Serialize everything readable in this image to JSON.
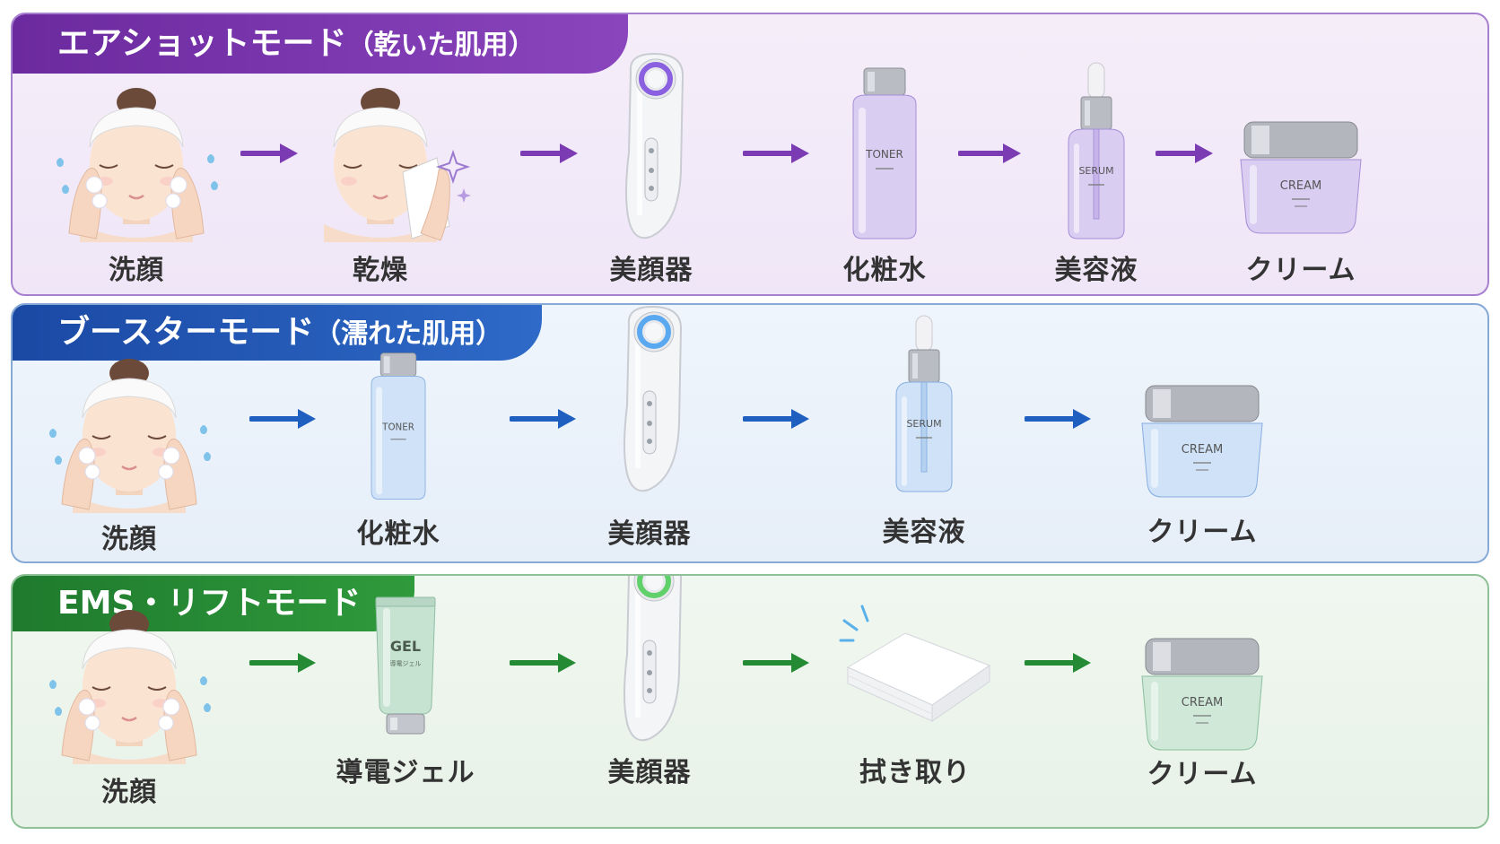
{
  "colors": {
    "air_accent": "#7b3bb3",
    "booster_accent": "#1f5fc0",
    "ems_accent": "#248a33",
    "label_text": "#333333"
  },
  "modes": [
    {
      "title": "エアショットモード",
      "subtitle": "（乾いた肌用）",
      "ring_color": "#8a5fe0",
      "steps": [
        {
          "icon": "face-washing-icon",
          "label": "洗顔"
        },
        {
          "icon": "face-drying-towel-icon",
          "label": "乾燥"
        },
        {
          "icon": "beauty-device-icon",
          "label": "美顔器"
        },
        {
          "icon": "toner-bottle-icon",
          "label": "化粧水",
          "product_text": "TONER"
        },
        {
          "icon": "serum-dropper-bottle-icon",
          "label": "美容液",
          "product_text": "SERUM"
        },
        {
          "icon": "cream-jar-icon",
          "label": "クリーム",
          "product_text": "CREAM"
        }
      ]
    },
    {
      "title": "ブースターモード",
      "subtitle": "（濡れた肌用）",
      "ring_color": "#5aa8ef",
      "steps": [
        {
          "icon": "face-washing-icon",
          "label": "洗顔"
        },
        {
          "icon": "toner-bottle-icon",
          "label": "化粧水",
          "product_text": "TONER"
        },
        {
          "icon": "beauty-device-icon",
          "label": "美顔器"
        },
        {
          "icon": "serum-dropper-bottle-icon",
          "label": "美容液",
          "product_text": "SERUM"
        },
        {
          "icon": "cream-jar-icon",
          "label": "クリーム",
          "product_text": "CREAM"
        }
      ]
    },
    {
      "title": "EMS・リフトモード",
      "subtitle": "",
      "ring_color": "#5fd06a",
      "steps": [
        {
          "icon": "face-washing-icon",
          "label": "洗顔"
        },
        {
          "icon": "conductive-gel-tube-icon",
          "label": "導電ジェル",
          "product_text": "GEL",
          "product_subtext": "導電ジェル"
        },
        {
          "icon": "beauty-device-icon",
          "label": "美顔器"
        },
        {
          "icon": "folded-towel-icon",
          "label": "拭き取り"
        },
        {
          "icon": "cream-jar-icon",
          "label": "クリーム",
          "product_text": "CREAM"
        }
      ]
    }
  ]
}
